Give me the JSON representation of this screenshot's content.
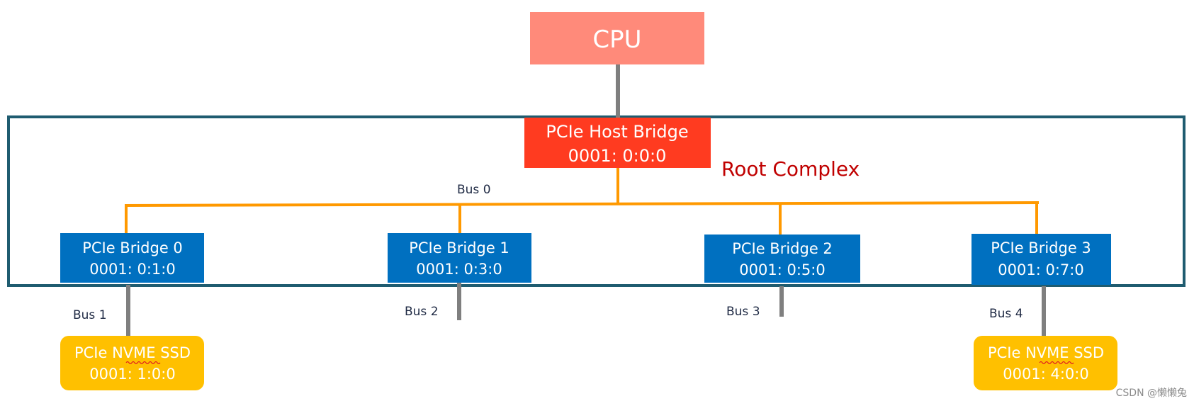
{
  "cpu": {
    "label": "CPU",
    "color": "#ff8a7a"
  },
  "root_complex": {
    "label": "Root Complex",
    "border_color": "#1f5c70",
    "label_color": "#c00000"
  },
  "host_bridge": {
    "title": "PCIe Host Bridge",
    "address": "0001: 0:0:0",
    "color": "#ff3b20"
  },
  "bridges": [
    {
      "title": "PCIe Bridge 0",
      "address": "0001: 0:1:0"
    },
    {
      "title": "PCIe Bridge 1",
      "address": "0001: 0:3:0"
    },
    {
      "title": "PCIe Bridge 2",
      "address": "0001: 0:5:0"
    },
    {
      "title": "PCIe Bridge 3",
      "address": "0001: 0:7:0"
    }
  ],
  "bridge_color": "#0070c0",
  "buses": [
    "Bus 0",
    "Bus 1",
    "Bus 2",
    "Bus 3",
    "Bus 4"
  ],
  "bus0_line_color": "#ff9900",
  "connector_color": "#7f7f7f",
  "ssds": [
    {
      "title": "PCIe NVME SSD",
      "address": "0001: 1:0:0"
    },
    {
      "title": "PCIe NVME SSD",
      "address": "0001: 4:0:0"
    }
  ],
  "ssd_color": "#ffc000",
  "watermark": "CSDN @懒懒兔"
}
